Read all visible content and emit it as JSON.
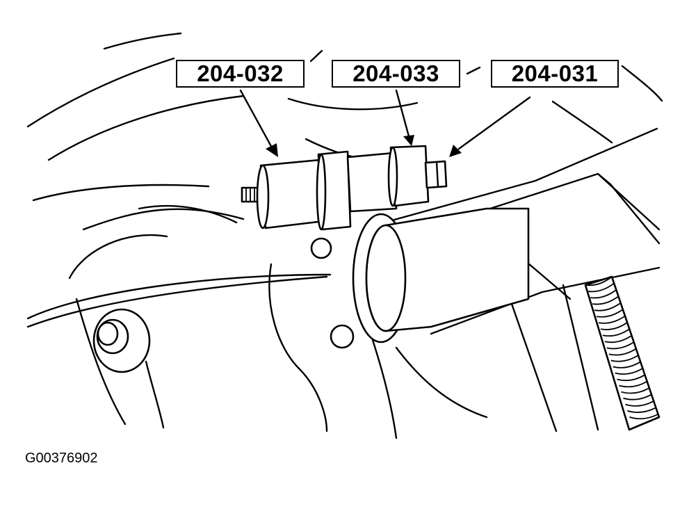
{
  "callouts": [
    {
      "id": "callout-1",
      "label": "204-032"
    },
    {
      "id": "callout-2",
      "label": "204-033"
    },
    {
      "id": "callout-3",
      "label": "204-031"
    }
  ],
  "figure_id": "G00376902"
}
